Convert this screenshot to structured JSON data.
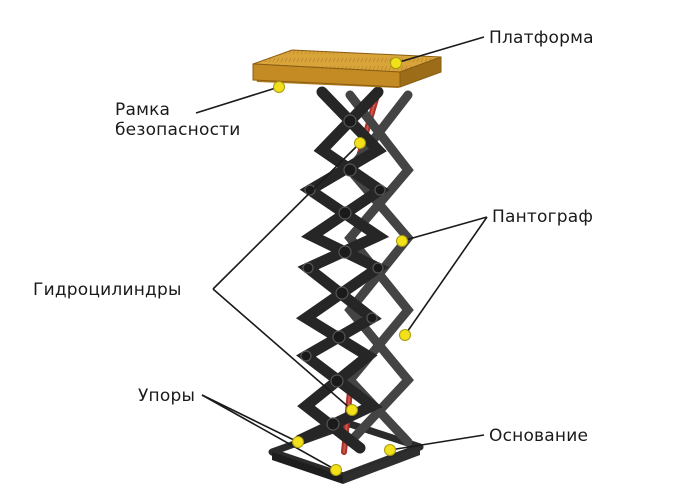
{
  "labels": {
    "platform": "Платформа",
    "safety_frame_line1": "Рамка",
    "safety_frame_line2": "безопасности",
    "pantograph": "Пантограф",
    "hydraulic_cylinders": "Гидроцилиндры",
    "stops": "Упоры",
    "base": "Основание"
  },
  "colors": {
    "platform_top": "#d9a43a",
    "platform_side": "#b07a1c",
    "frame_steel": "#2b2b2b",
    "frame_steel_light": "#4a4a4a",
    "cylinder": "#a8322c",
    "marker": "#f2e11a",
    "leader_line": "#1a1a1a"
  }
}
